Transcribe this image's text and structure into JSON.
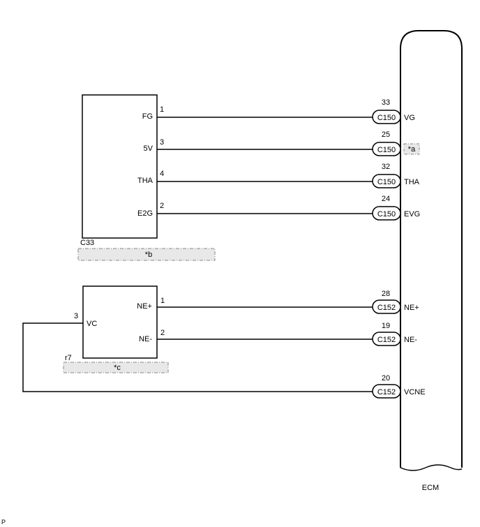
{
  "sensor_box": {
    "connector": "C33",
    "note": "*b",
    "terminals": [
      {
        "name": "FG",
        "pin": "1"
      },
      {
        "name": "5V",
        "pin": "3"
      },
      {
        "name": "THA",
        "pin": "4"
      },
      {
        "name": "E2G",
        "pin": "2"
      }
    ]
  },
  "crank_box": {
    "connector": "r7",
    "note": "*c",
    "terminals": [
      {
        "name": "NE+",
        "pin": "1"
      },
      {
        "name": "NE-",
        "pin": "2"
      },
      {
        "name": "VC",
        "pin": "3"
      }
    ]
  },
  "ecm": {
    "label": "ECM",
    "pins": [
      {
        "pin": "33",
        "connector": "C150",
        "name": "VG"
      },
      {
        "pin": "25",
        "connector": "C150",
        "name": "*a"
      },
      {
        "pin": "32",
        "connector": "C150",
        "name": "THA"
      },
      {
        "pin": "24",
        "connector": "C150",
        "name": "EVG"
      },
      {
        "pin": "28",
        "connector": "C152",
        "name": "NE+"
      },
      {
        "pin": "19",
        "connector": "C152",
        "name": "NE-"
      },
      {
        "pin": "20",
        "connector": "C152",
        "name": "VCNE"
      }
    ]
  },
  "corner_mark": "P"
}
